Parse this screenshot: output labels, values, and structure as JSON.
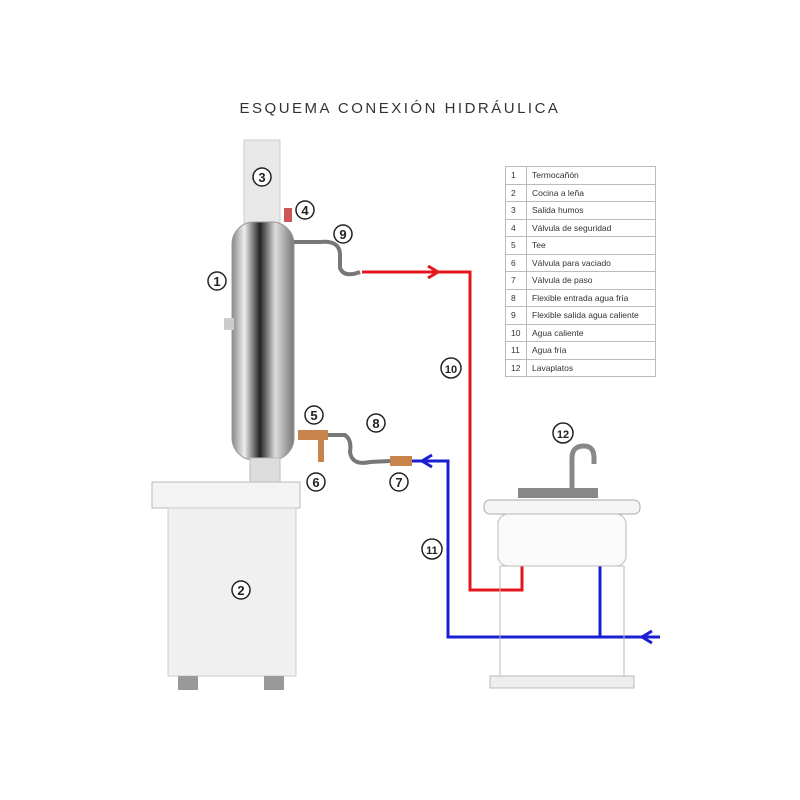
{
  "title": "ESQUEMA CONEXIÓN HIDRÁULICA",
  "legend": [
    {
      "n": "1",
      "label": "Termocañón"
    },
    {
      "n": "2",
      "label": "Cocina a leña"
    },
    {
      "n": "3",
      "label": "Salida humos"
    },
    {
      "n": "4",
      "label": "Válvula de seguridad"
    },
    {
      "n": "5",
      "label": "Tee"
    },
    {
      "n": "6",
      "label": "Válvula para vaciado"
    },
    {
      "n": "7",
      "label": "Válvula de paso"
    },
    {
      "n": "8",
      "label": "Flexible entrada agua fría"
    },
    {
      "n": "9",
      "label": "Flexible salida agua caliente"
    },
    {
      "n": "10",
      "label": "Agua caliente"
    },
    {
      "n": "11",
      "label": "Agua fría"
    },
    {
      "n": "12",
      "label": "Lavaplatos"
    }
  ],
  "colors": {
    "hot": "#e3161b",
    "cold": "#1a1fcf"
  }
}
